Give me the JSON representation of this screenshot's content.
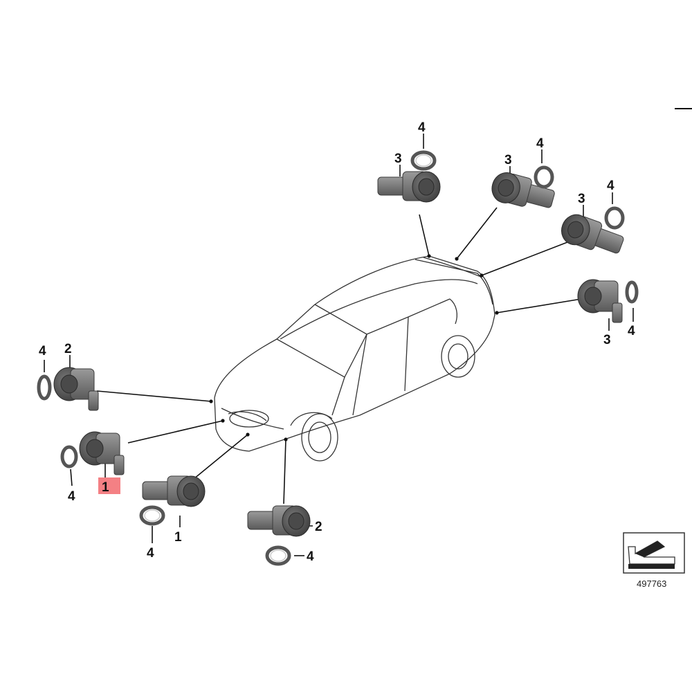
{
  "callouts": {
    "label_1": "1",
    "label_2": "2",
    "label_3": "3",
    "label_4": "4"
  },
  "selected_part": "1",
  "highlight_color": "#f26a6f",
  "diagram_id": "497763",
  "icons": {
    "orientation_symbol": "direction-arrow-icon"
  }
}
